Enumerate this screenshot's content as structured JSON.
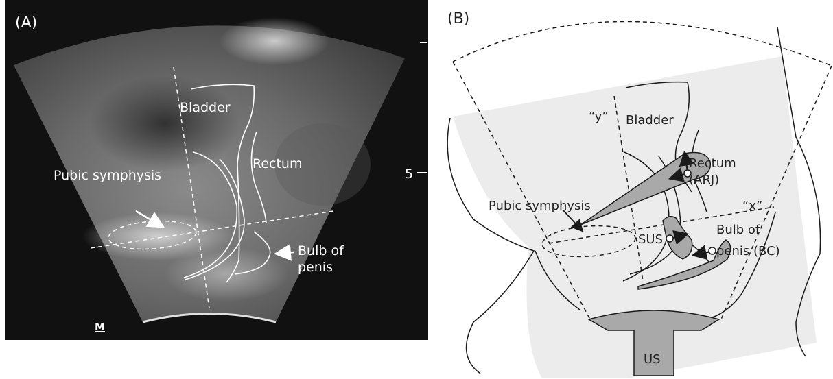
{
  "panel_a": {
    "label": "(A)",
    "scale_mark": "5",
    "logo": "M",
    "labels": {
      "bladder": "Bladder",
      "rectum": "Rectum",
      "pubic_symphysis": "Pubic symphysis",
      "bulb_line1": "Bulb of",
      "bulb_line2": "penis"
    }
  },
  "panel_b": {
    "label": "(B)",
    "labels": {
      "y_axis": "“y”",
      "x_axis": "“x”",
      "bladder": "Bladder",
      "rectum_line1": "Rectum",
      "rectum_line2": "(ARJ)",
      "pubic_symphysis": "Pubic symphysis",
      "sus": "SUS",
      "bulb_line1": "Bulb of",
      "bulb_line2": "penis (BC)",
      "probe": "US"
    }
  }
}
